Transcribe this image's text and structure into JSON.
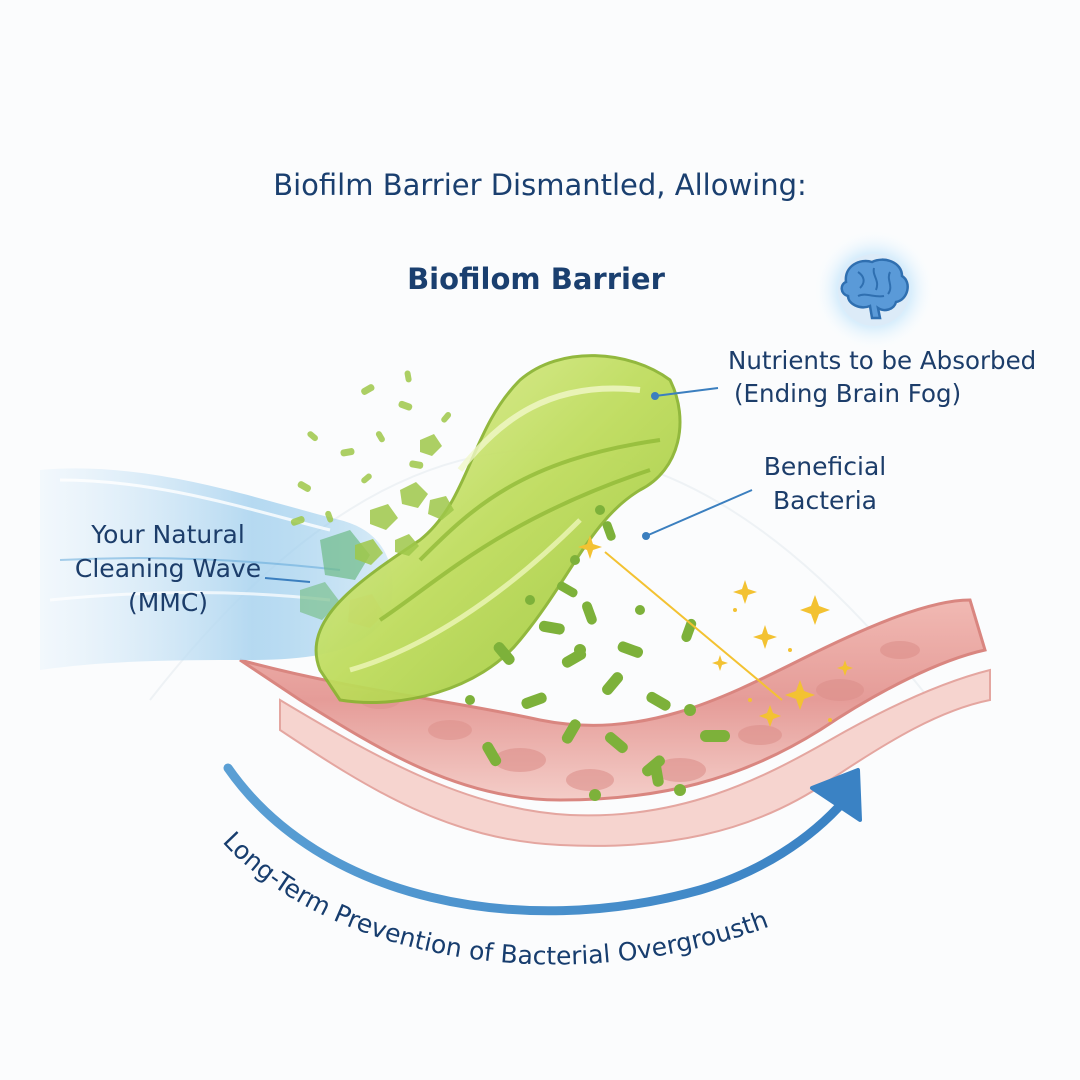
{
  "title": "Biofilm Barrier Dismantled, Allowing:",
  "subtitle": "Biofilom Barrier",
  "labels": {
    "nutrients_line1": "Nutrients to be Absorbed",
    "nutrients_line2": "(Ending Brain Fog)",
    "beneficial_line1": "Beneficial",
    "beneficial_line2": "Bacteria",
    "wave_line1": "Your Natural",
    "wave_line2": "Cleaning Wave",
    "wave_line3": "(MMC)"
  },
  "arc_caption": "Long-Term Prevention of Bacterial Overgrousth",
  "icons": {
    "brain": "brain-icon",
    "arrow": "curved-arrow-icon"
  },
  "colors": {
    "text": "#173d6e",
    "arrow": "#3d86c6",
    "biofilm": "#b9d95a",
    "bacteria": "#7fb23a",
    "intestine": "#e8a3a0",
    "wave": "#9fcdec",
    "sparkle": "#f3c232"
  }
}
